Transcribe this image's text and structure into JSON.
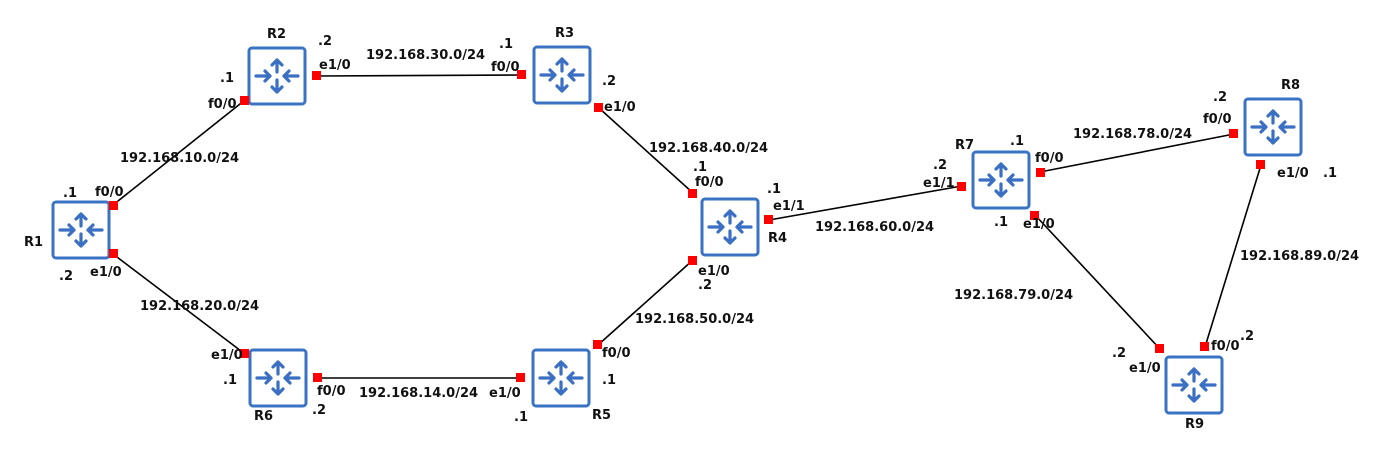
{
  "routers": {
    "R1": {
      "name": "R1"
    },
    "R2": {
      "name": "R2"
    },
    "R3": {
      "name": "R3"
    },
    "R4": {
      "name": "R4"
    },
    "R5": {
      "name": "R5"
    },
    "R6": {
      "name": "R6"
    },
    "R7": {
      "name": "R7"
    },
    "R8": {
      "name": "R8"
    },
    "R9": {
      "name": "R9"
    }
  },
  "networks": {
    "r1_r2": "192.168.10.0/24",
    "r1_r6": "192.168.20.0/24",
    "r2_r3": "192.168.30.0/24",
    "r3_r4": "192.168.40.0/24",
    "r4_r5": "192.168.50.0/24",
    "r6_r5": "192.168.14.0/24",
    "r4_r7": "192.168.60.0/24",
    "r7_r8": "192.168.78.0/24",
    "r7_r9": "192.168.79.0/24",
    "r8_r9": "192.168.89.0/24"
  },
  "interfaces": {
    "r1_f00": "f0/0",
    "r1_f00_ip": ".1",
    "r1_e10": "e1/0",
    "r1_e10_ip": ".2",
    "r2_f00": "f0/0",
    "r2_f00_ip": ".1",
    "r2_e10": "e1/0",
    "r2_e10_ip": ".2",
    "r3_f00": "f0/0",
    "r3_f00_ip": ".1",
    "r3_e10": "e1/0",
    "r3_e10_ip": ".2",
    "r4_f00": "f0/0",
    "r4_f00_ip": ".1",
    "r4_e10": "e1/0",
    "r4_e10_ip": ".2",
    "r4_e11": "e1/1",
    "r4_e11_ip": ".1",
    "r5_f00": "f0/0",
    "r5_f00_ip": ".1",
    "r5_e10": "e1/0",
    "r5_e10_ip": ".1",
    "r6_e10": "e1/0",
    "r6_e10_ip": ".1",
    "r6_f00": "f0/0",
    "r6_f00_ip": ".2",
    "r7_e11": "e1/1",
    "r7_e11_ip": ".2",
    "r7_f00": "f0/0",
    "r7_f00_ip": ".1",
    "r7_e10": "e1/0",
    "r7_e10_ip": ".1",
    "r8_f00": "f0/0",
    "r8_f00_ip": ".2",
    "r8_e10": "e1/0",
    "r8_e10_ip": ".1",
    "r9_e10": "e1/0",
    "r9_e10_ip": ".2",
    "r9_f00": "f0/0",
    "r9_f00_ip": ".2"
  },
  "colors": {
    "router_outline": "#3a73c4",
    "router_glyph": "#3a6fc4",
    "port": "#ff0000",
    "link": "#000000"
  },
  "icons": {
    "router": "router-arrows-icon"
  }
}
